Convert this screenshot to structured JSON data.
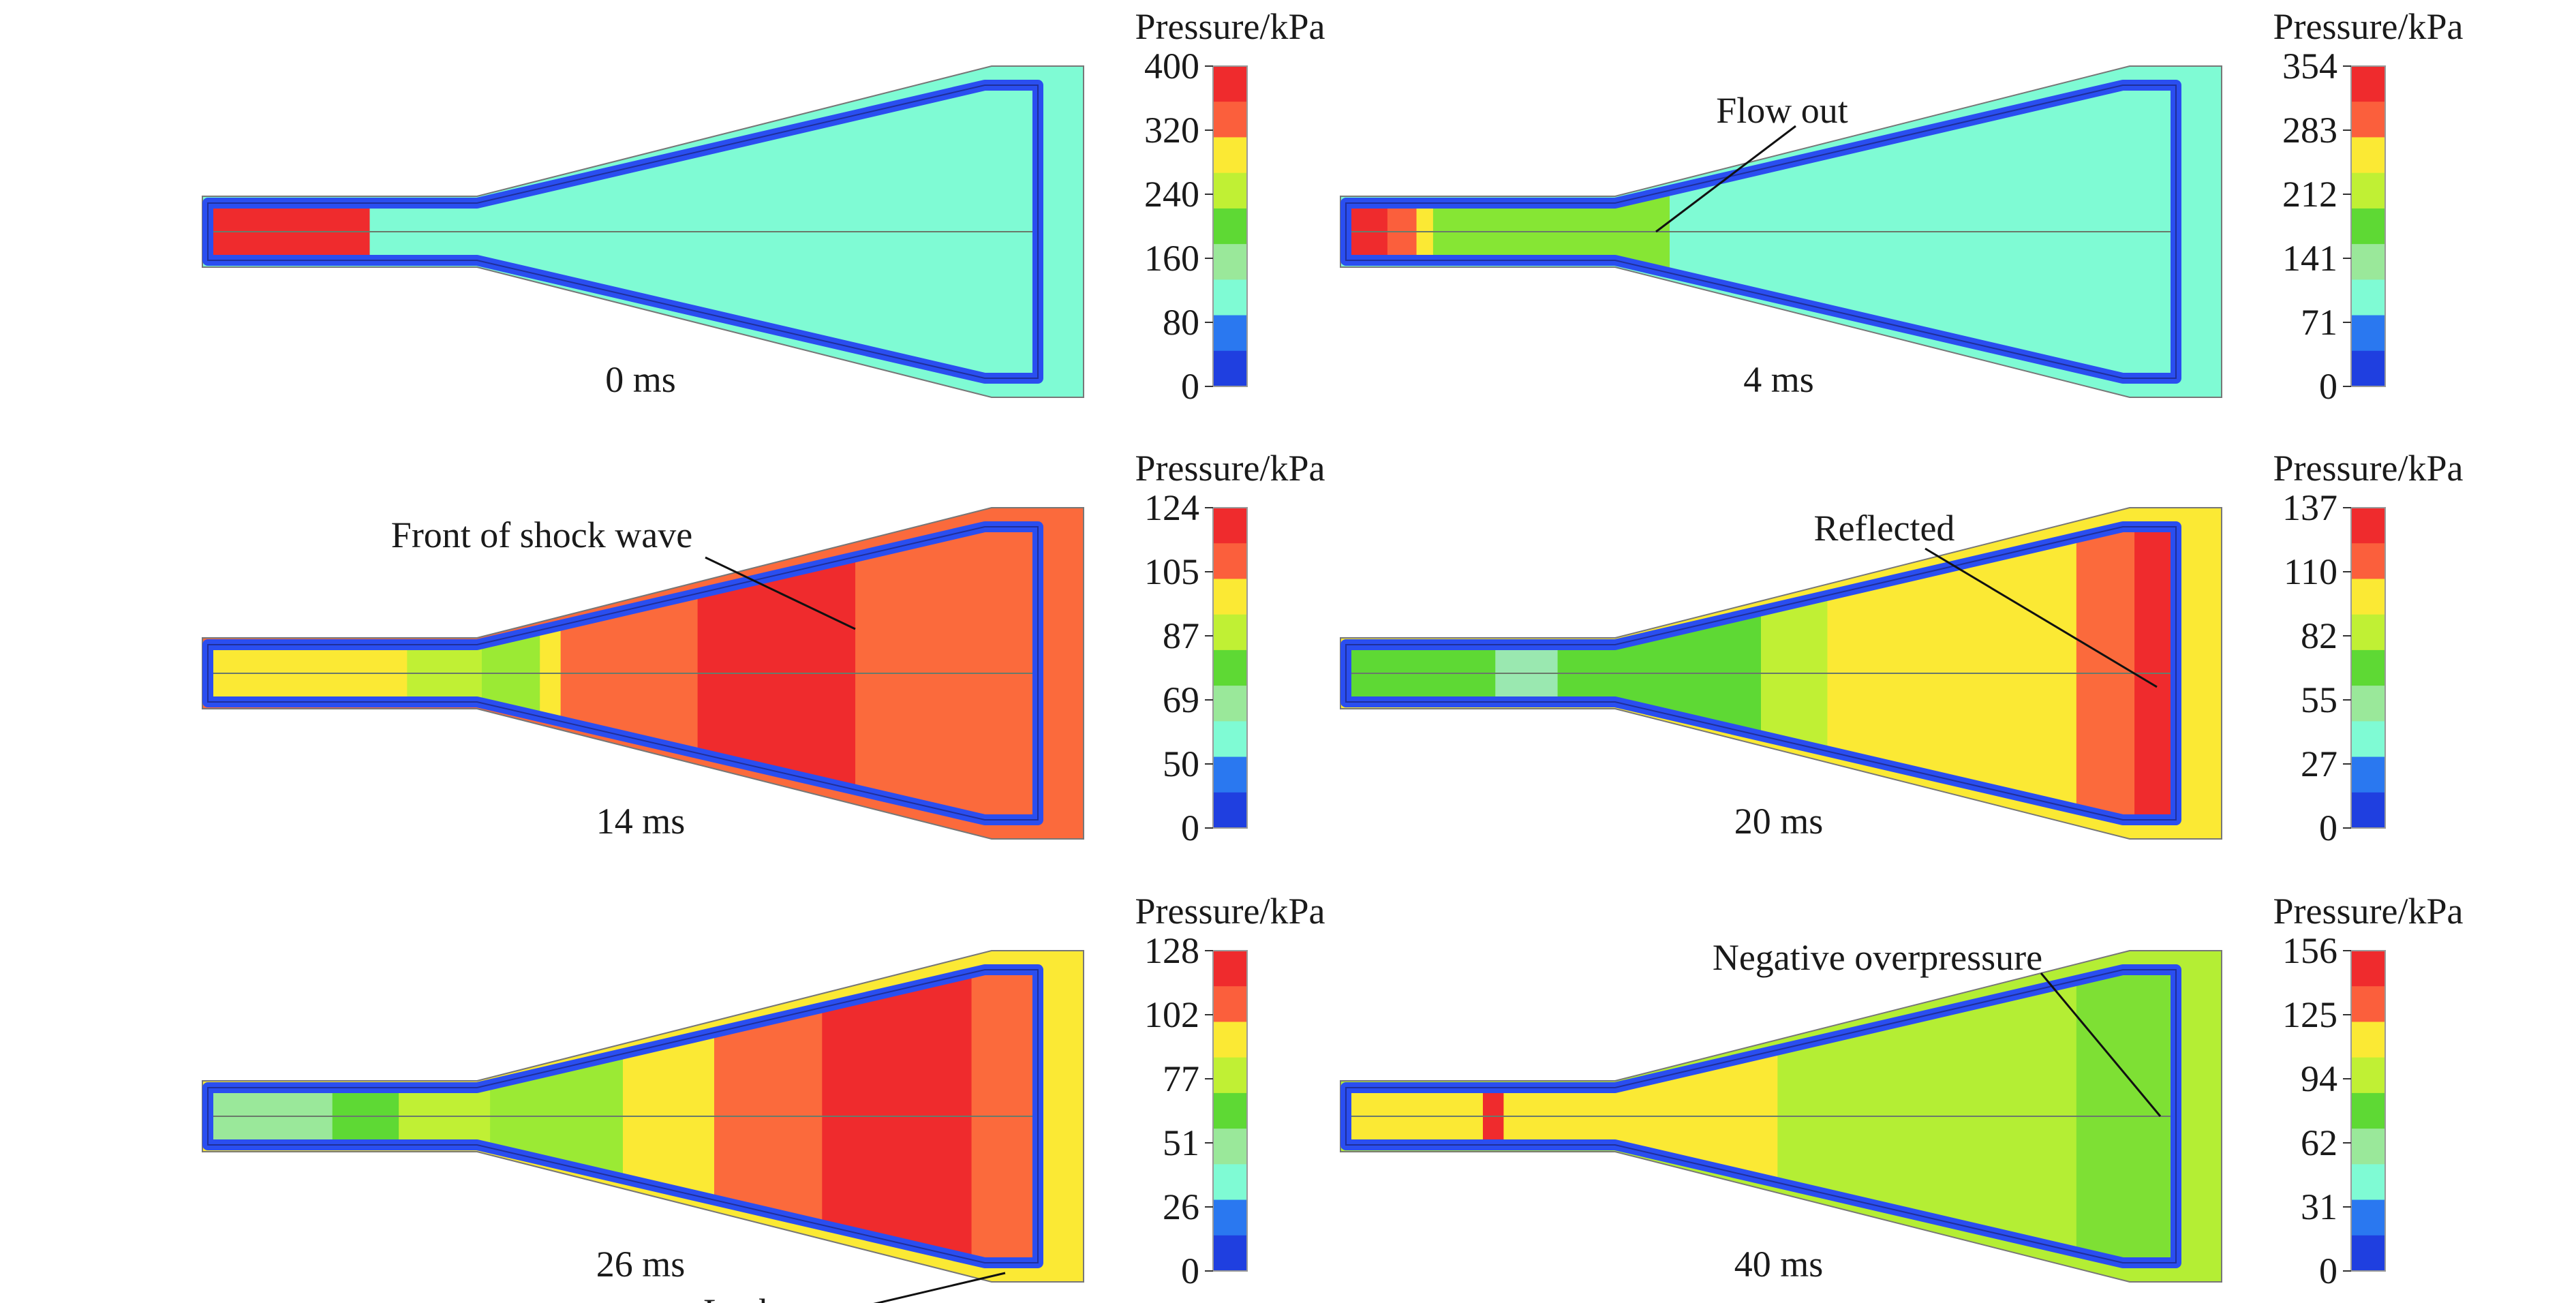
{
  "colorbar_title": "Pressure/kPa",
  "colormap": [
    "#ef2b2d",
    "#fb5f3c",
    "#fbe934",
    "#c0f034",
    "#5ed934",
    "#9ae89a",
    "#7ffbd4",
    "#2a78f0",
    "#1f3fe0"
  ],
  "wall_color": "#2a4ef0",
  "panels": [
    {
      "time": "0 ms",
      "ticks": [
        "400",
        "320",
        "240",
        "160",
        "80",
        "0"
      ],
      "bands": [
        {
          "from": 0,
          "to": 0.195,
          "color": "#ef2b2d"
        },
        {
          "from": 0.195,
          "to": 1,
          "color": "#7ffbd4"
        }
      ],
      "outer_color": "#7ffbd4",
      "annotation": null
    },
    {
      "time": "4 ms",
      "ticks": [
        "354",
        "283",
        "212",
        "141",
        "71",
        "0"
      ],
      "bands": [
        {
          "from": 0,
          "to": 0.05,
          "color": "#ef2b2d"
        },
        {
          "from": 0.05,
          "to": 0.085,
          "color": "#fb5f3c"
        },
        {
          "from": 0.085,
          "to": 0.105,
          "color": "#fbe934"
        },
        {
          "from": 0.105,
          "to": 0.39,
          "color": "#86e634"
        },
        {
          "from": 0.39,
          "to": 1,
          "color": "#7ffbd4"
        }
      ],
      "outer_color": "#7ffbd4",
      "annotation": {
        "text": "Flow out",
        "target": 0.39
      }
    },
    {
      "time": "14 ms",
      "ticks": [
        "124",
        "105",
        "87",
        "69",
        "50",
        "0"
      ],
      "bands": [
        {
          "from": 0,
          "to": 0.24,
          "color": "#fbe934"
        },
        {
          "from": 0.24,
          "to": 0.33,
          "color": "#c0f034"
        },
        {
          "from": 0.33,
          "to": 0.4,
          "color": "#9bea34"
        },
        {
          "from": 0.4,
          "to": 0.425,
          "color": "#fbe934"
        },
        {
          "from": 0.425,
          "to": 0.59,
          "color": "#fb6a3c"
        },
        {
          "from": 0.59,
          "to": 0.78,
          "color": "#ef2b2d"
        },
        {
          "from": 0.78,
          "to": 1,
          "color": "#fb6a3c"
        }
      ],
      "outer_color": "#fb6a3c",
      "annotation": {
        "text": "Front of shock wave",
        "target": 0.78
      }
    },
    {
      "time": "20 ms",
      "ticks": [
        "137",
        "110",
        "82",
        "55",
        "27",
        "0"
      ],
      "bands": [
        {
          "from": 0,
          "to": 0.18,
          "color": "#5ed934"
        },
        {
          "from": 0.18,
          "to": 0.255,
          "color": "#9ae8b0"
        },
        {
          "from": 0.255,
          "to": 0.5,
          "color": "#5ed934"
        },
        {
          "from": 0.5,
          "to": 0.58,
          "color": "#c0f034"
        },
        {
          "from": 0.58,
          "to": 0.88,
          "color": "#fbe934"
        },
        {
          "from": 0.88,
          "to": 0.95,
          "color": "#fb6a3c"
        },
        {
          "from": 0.95,
          "to": 1,
          "color": "#ef2b2d"
        }
      ],
      "outer_color": "#fbe934",
      "annotation": {
        "text": "Reflected",
        "target": 0.97
      }
    },
    {
      "time": "26 ms",
      "ticks": [
        "128",
        "102",
        "77",
        "51",
        "26",
        "0"
      ],
      "bands": [
        {
          "from": 0,
          "to": 0.15,
          "color": "#9ae89a"
        },
        {
          "from": 0.15,
          "to": 0.23,
          "color": "#5ed934"
        },
        {
          "from": 0.23,
          "to": 0.34,
          "color": "#c0f034"
        },
        {
          "from": 0.34,
          "to": 0.5,
          "color": "#9bea34"
        },
        {
          "from": 0.5,
          "to": 0.61,
          "color": "#fbe934"
        },
        {
          "from": 0.61,
          "to": 0.74,
          "color": "#fb6a3c"
        },
        {
          "from": 0.74,
          "to": 0.92,
          "color": "#ef2b2d"
        },
        {
          "from": 0.92,
          "to": 1,
          "color": "#fb6a3c"
        }
      ],
      "outer_color": "#fbe934",
      "annotation": {
        "text": "Leakage",
        "target": 1.0
      }
    },
    {
      "time": "40 ms",
      "ticks": [
        "156",
        "125",
        "94",
        "62",
        "31",
        "0"
      ],
      "bands": [
        {
          "from": 0,
          "to": 0.165,
          "color": "#fbe934"
        },
        {
          "from": 0.165,
          "to": 0.19,
          "color": "#ef2b2d"
        },
        {
          "from": 0.19,
          "to": 0.26,
          "color": "#fbe934"
        },
        {
          "from": 0.26,
          "to": 0.52,
          "color": "#fbe934"
        },
        {
          "from": 0.52,
          "to": 0.88,
          "color": "#b4ee34"
        },
        {
          "from": 0.88,
          "to": 1,
          "color": "#7ee034"
        }
      ],
      "outer_color": "#b4ee34",
      "annotation": {
        "text": "Negative overpressure",
        "target": 0.96
      }
    }
  ]
}
